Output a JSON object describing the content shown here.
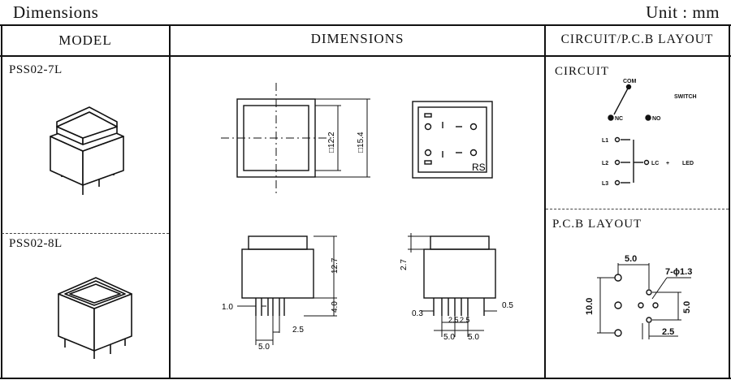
{
  "header": {
    "title": "Dimensions",
    "unit": "Unit : mm"
  },
  "columns": {
    "model": "MODEL",
    "dimensions": "DIMENSIONS",
    "circuit_pcb": "CIRCUIT/P.C.B LAYOUT"
  },
  "models": [
    {
      "name": "PSS02-7L"
    },
    {
      "name": "PSS02-8L"
    }
  ],
  "top_dimensions": {
    "inner": "□12.2",
    "outer": "□15.4",
    "rs": "RS"
  },
  "side_dimensions_left": {
    "height": "12.7",
    "pin_length": "4.0",
    "pin_width": "1.0",
    "pitch_small": "2.5",
    "pitch_large": "5.0"
  },
  "side_dimensions_right": {
    "offset": "2.7",
    "pin_left": "0.3",
    "pin_right": "0.5",
    "pitch_a": "2.5",
    "pitch_b": "2.5",
    "span_a": "5.0",
    "span_b": "5.0"
  },
  "circuit": {
    "title": "CIRCUIT",
    "com": "COM",
    "switch": "SWITCH",
    "nc": "NC",
    "no": "NO",
    "l1": "L1",
    "l2": "L2",
    "l3": "L3",
    "lc": "LC",
    "plus": "+",
    "led": "LED"
  },
  "pcb": {
    "title": "P.C.B LAYOUT",
    "d_top": "5.0",
    "d_hole": "7-ϕ1.3",
    "d_left": "10.0",
    "d_right": "5.0",
    "d_bottom": "2.5"
  }
}
